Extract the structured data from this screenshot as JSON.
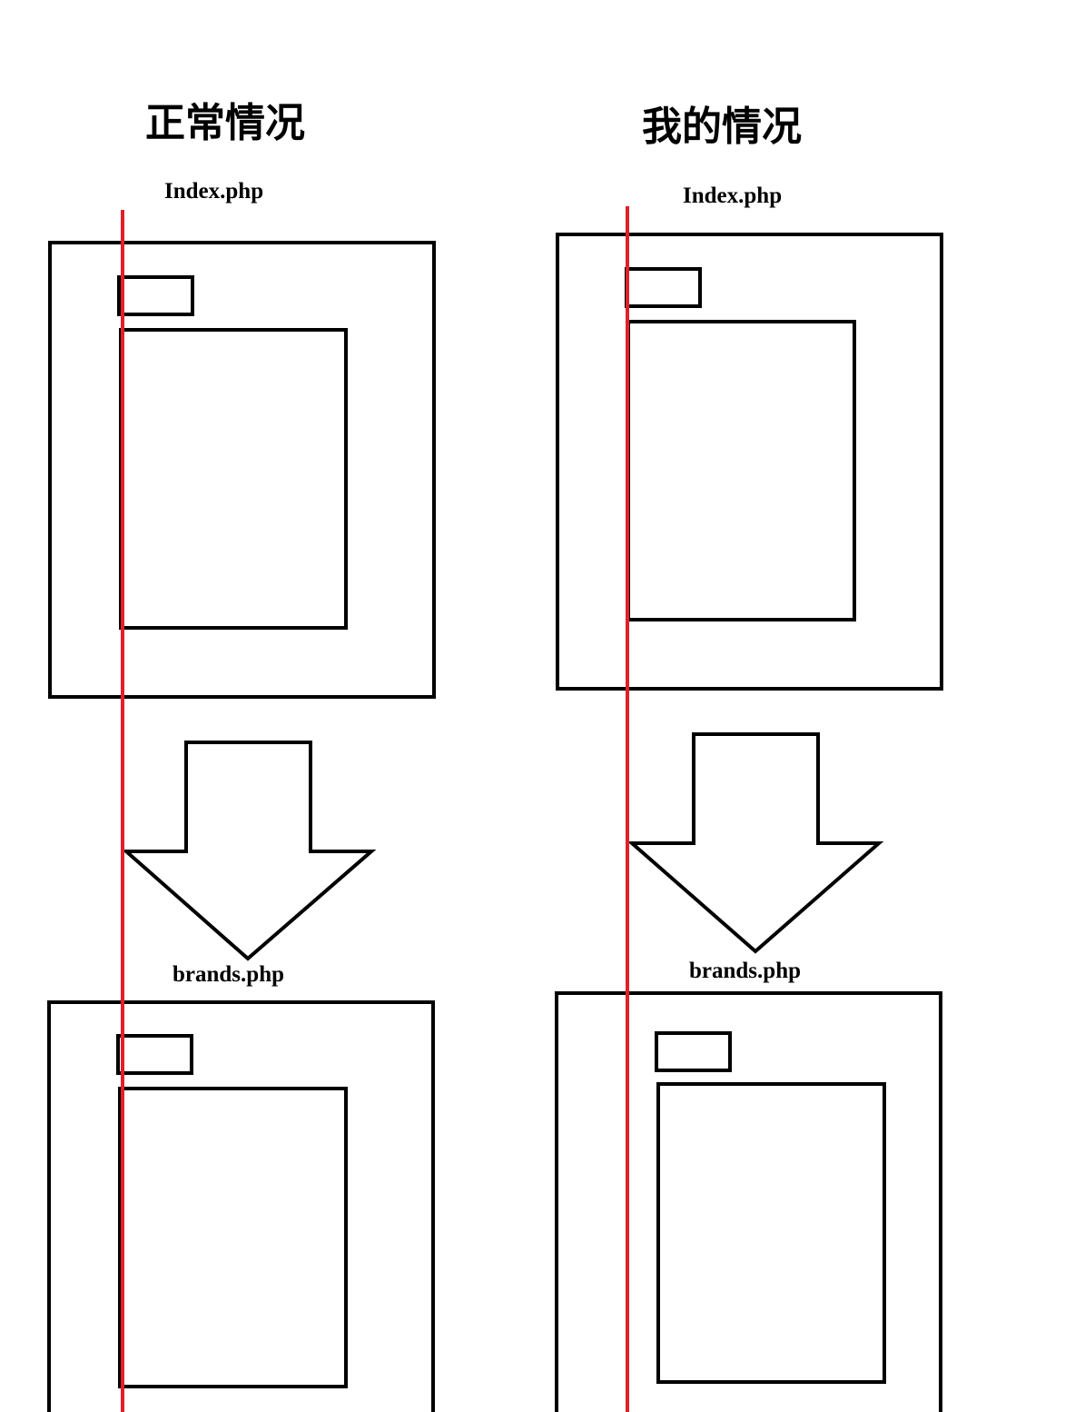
{
  "colors": {
    "stroke": "#000000",
    "guide_line": "#e0202a",
    "background": "#ffffff"
  },
  "normal": {
    "title": "正常情况",
    "top_label": "Index.php",
    "bottom_label": "brands.php"
  },
  "mine": {
    "title": "我的情况",
    "top_label": "Index.php",
    "bottom_label": "brands.php"
  }
}
